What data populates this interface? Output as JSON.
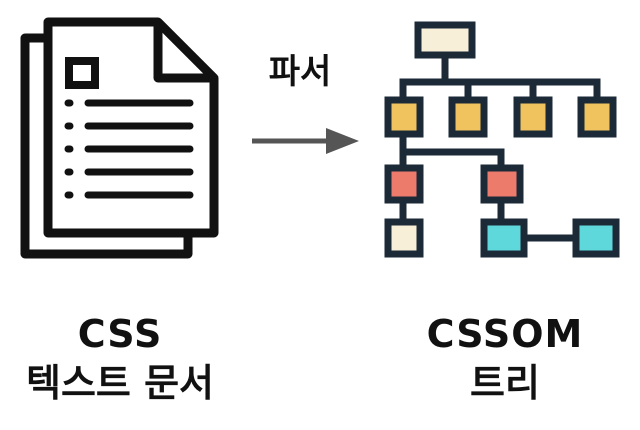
{
  "document": {
    "caption_line1": "CSS",
    "caption_line2": "텍스트 문서"
  },
  "arrow": {
    "label": "파서"
  },
  "tree": {
    "caption_line1": "CSSOM",
    "caption_line2": "트리"
  },
  "colors": {
    "outline": "#1c2a38",
    "root_node": "#f8efd9",
    "level1_node": "#f0c35e",
    "level2_node": "#ec7b6b",
    "leaf_cream": "#f8efd9",
    "leaf_cyan": "#5fd8dc",
    "arrow": "#555555",
    "text": "#111111"
  }
}
